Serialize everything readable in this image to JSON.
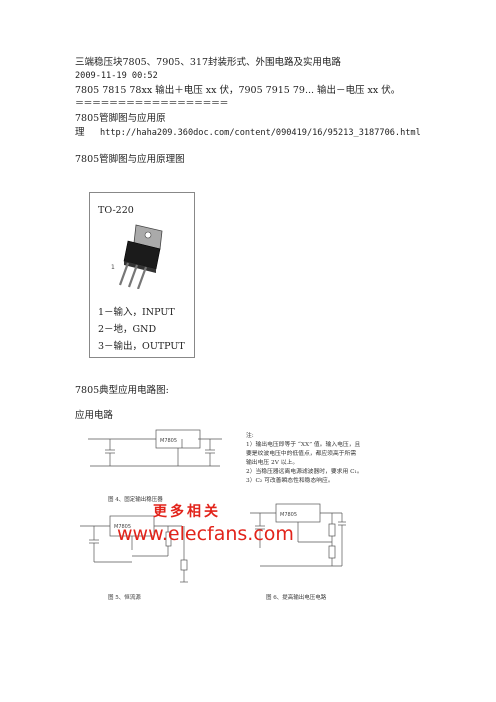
{
  "header": {
    "title": "三端稳压块7805、7905、317封装形式、外围电路及实用电路",
    "date": "2009-11-19 00:52",
    "desc": "7805 7815 78xx 输出＋电压 xx 伏，7905 7915 79... 输出－电压 xx 伏。",
    "separator": "＝＝＝＝＝＝＝＝＝＝＝＝＝＝＝＝＝＝",
    "link_label_1": "7805管脚图与应用原",
    "link_label_2": "理",
    "url": "http://haha209.360doc.com/content/090419/16/95213_3187706.html"
  },
  "section1": {
    "title": "7805管脚图与应用原理图",
    "package": "TO-220",
    "pins": [
      "1－输入，INPUT",
      "2－地，GND",
      "3－输出，OUTPUT"
    ]
  },
  "section2": {
    "title": "7805典型应用电路图:",
    "subtitle": "应用电路",
    "ic_label": "M7805",
    "notes": [
      "注:",
      "1）输出电压即等于 “XX” 值。输入电压，且",
      "     要是纹波电压中的低值点，都应须高于所需",
      "     输出电压 2V 以上。",
      "2）当稳压器远离电源滤波器时，要求用 C₁。",
      "3）C₂ 可改善瞬态性和稳态响应。"
    ],
    "fig4": "图 4、固定输出稳压器",
    "fig5": "图 5、恒流源",
    "fig6": "图 6、提高输出电压电路",
    "watermark_cn": "更多相关",
    "watermark_url": "www.elecfans.com"
  }
}
